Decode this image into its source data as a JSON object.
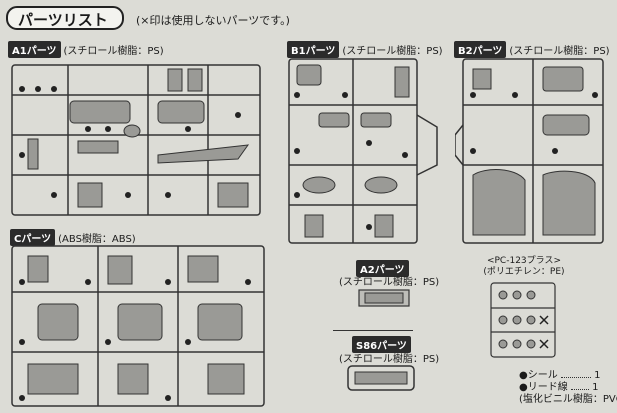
{
  "header": {
    "title": "パーツリスト",
    "note": "(×印は使用しないパーツです。)"
  },
  "frames": [
    {
      "id": "A1",
      "tag": "A1パーツ",
      "material": "(スチロール樹脂：PS)"
    },
    {
      "id": "B1",
      "tag": "B1パーツ",
      "material": "(スチロール樹脂：PS)"
    },
    {
      "id": "B2",
      "tag": "B2パーツ",
      "material": "(スチロール樹脂：PS)"
    },
    {
      "id": "C",
      "tag": "Cパーツ",
      "material": "(ABS樹脂：ABS)"
    },
    {
      "id": "A2",
      "tag": "A2パーツ",
      "material": "(スチロール樹脂：PS)"
    },
    {
      "id": "S86",
      "tag": "S86パーツ",
      "material": "(スチロール樹脂：PS)"
    }
  ],
  "pc_frame": {
    "label1": "<PC-123プラス>",
    "label2": "(ポリエチレン：PE)"
  },
  "legend": {
    "seal": "●シール",
    "seal_count": "1",
    "lead": "●リード線",
    "lead_count": "1",
    "pvc": "(塩化ビニル樹脂：PVC)"
  }
}
